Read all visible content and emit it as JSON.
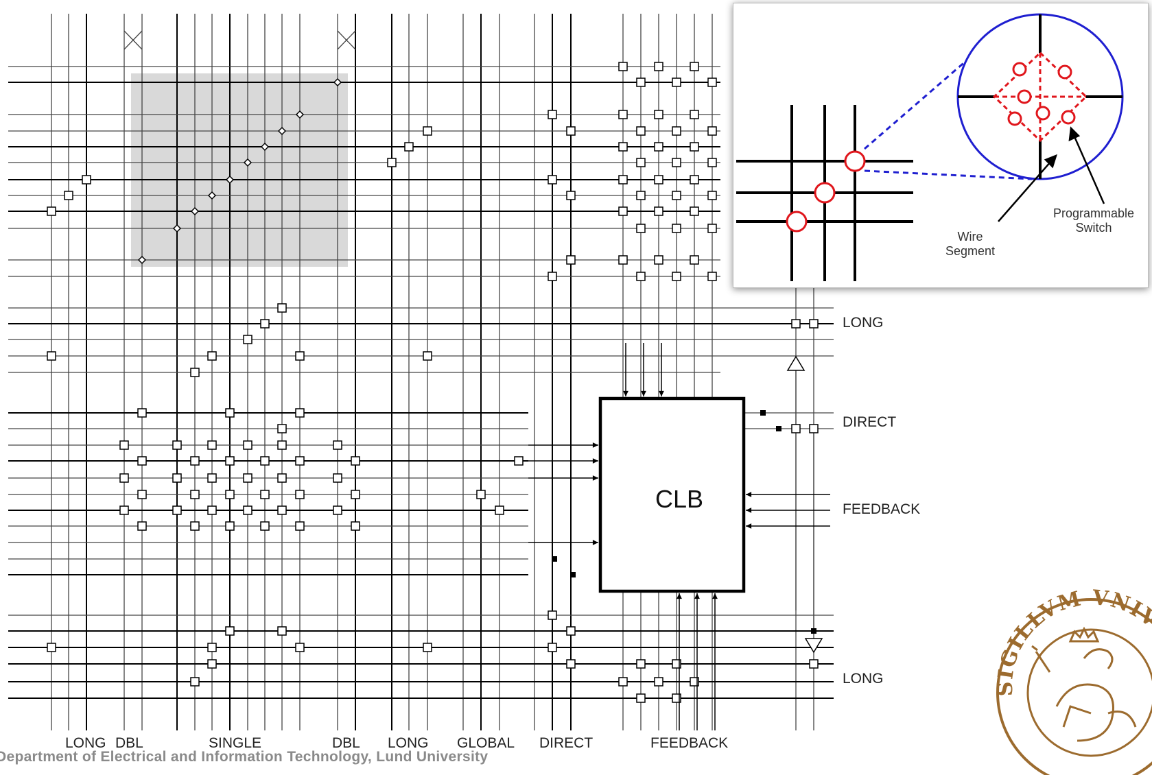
{
  "diagram": {
    "block_label": "CLB",
    "bottom_labels": {
      "long_left": "LONG",
      "dbl_left": "DBL",
      "single": "SINGLE",
      "dbl_right": "DBL",
      "long_right": "LONG",
      "global": "GLOBAL",
      "direct": "DIRECT",
      "feedback": "FEEDBACK"
    },
    "right_labels": {
      "long_top": "LONG",
      "direct": "DIRECT",
      "feedback": "FEEDBACK",
      "long_bottom": "LONG"
    }
  },
  "inset": {
    "wire_segment_label": "Wire Segment",
    "programmable_switch_label": "Programmable Switch",
    "colors": {
      "switch": "#e0161c",
      "zoom_circle": "#1f1fd0"
    }
  },
  "footer": {
    "text": "Department of Electrical and Information Technology, Lund University"
  },
  "seal": {
    "icon": "lund-university-seal-icon",
    "text": "SIGILLVM VNIVERSITATIS CAROLINÆ LVNDENSIS AD VTRVMQVE",
    "color": "#9c6b2e"
  }
}
